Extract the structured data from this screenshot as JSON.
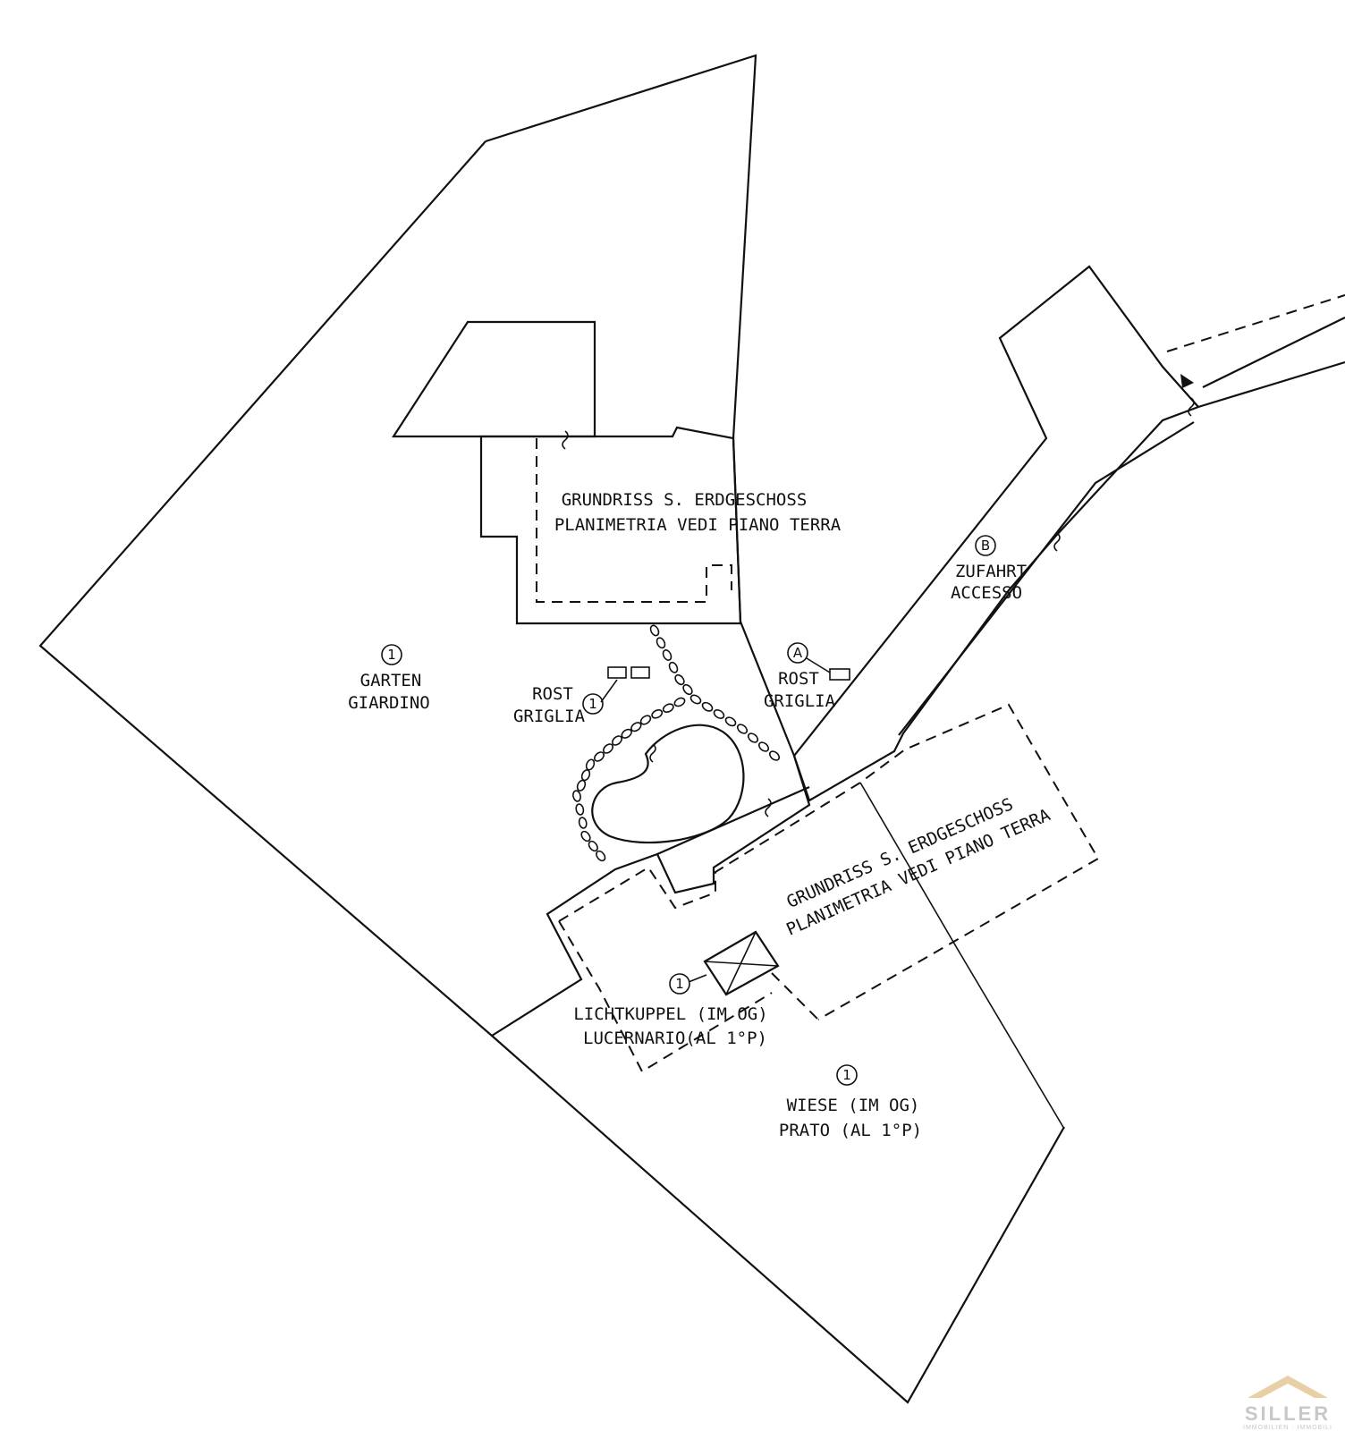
{
  "labels": {
    "grundriss_top_1": "GRUNDRISS S. ERDGESCHOSS",
    "grundriss_top_2": "PLANIMETRIA VEDI PIANO TERRA",
    "grundriss_bottom_1": "GRUNDRISS S. ERDGESCHOSS",
    "grundriss_bottom_2": "PLANIMETRIA VEDI PIANO TERRA",
    "garten_marker": "1",
    "garten_1": "GARTEN",
    "garten_2": "GIARDINO",
    "rost_left_marker": "1",
    "rost_left_1": "ROST",
    "rost_left_2": "GRIGLIA",
    "rost_right_marker": "A",
    "rost_right_1": "ROST",
    "rost_right_2": "GRIGLIA",
    "zufahrt_marker": "B",
    "zufahrt_1": "ZUFAHRT",
    "zufahrt_2": "ACCESSO",
    "licht_marker": "1",
    "licht_1": "LICHTKUPPEL (IM OG)",
    "licht_2": "LUCERNARIO(AL 1°P)",
    "wiese_marker": "1",
    "wiese_1": "WIESE (IM OG)",
    "wiese_2": "PRATO (AL 1°P)"
  },
  "logo": {
    "name": "SILLER",
    "tagline": "IMMOBILIEN · IMMOBILI"
  }
}
